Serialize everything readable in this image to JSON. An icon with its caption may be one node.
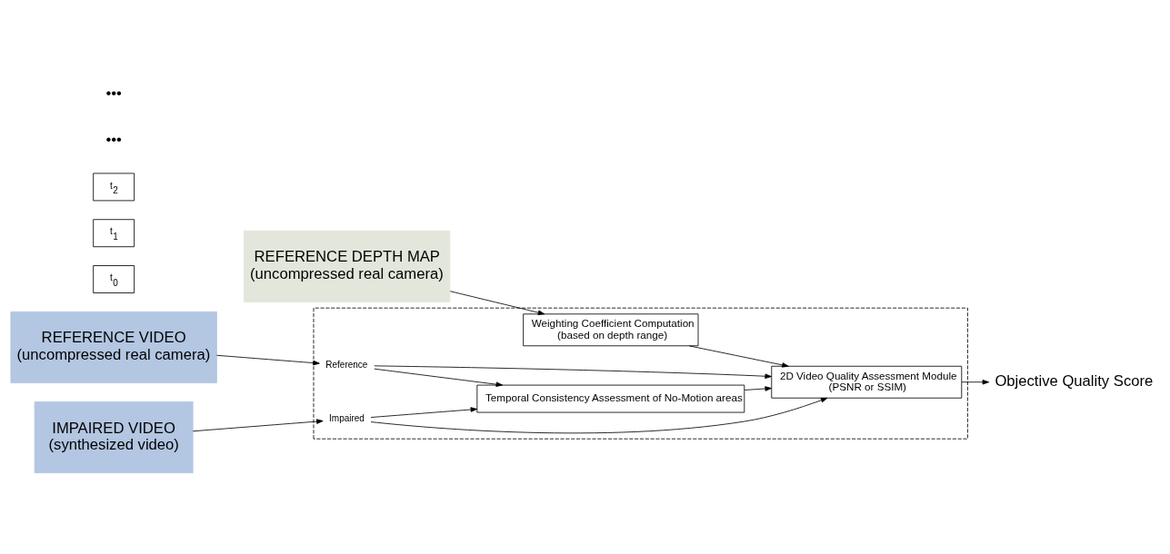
{
  "diagram": {
    "nodes": [
      {
        "text": [
          "REFERENCE DEPTH MAP",
          "(uncompressed real camera)"
        ]
      },
      {
        "text": [
          "REFERENCE VIDEO",
          "(uncompressed real camera)"
        ]
      },
      {
        "text": [
          "IMPAIRED VIDEO",
          "(synthesized video)"
        ]
      },
      {
        "text": [],
        "shape": "box"
      },
      {
        "text": [
          "Weighting Coefficient Computation",
          "(based on depth range)"
        ],
        "in": 3
      },
      {
        "text": [
          "Reference"
        ],
        "in": 3
      },
      {
        "text": [
          "Impaired"
        ],
        "in": 3
      },
      {
        "text": [
          "2D Video Quality Assessment Module",
          "(PSNR or SSIM)"
        ],
        "in": 3
      },
      {
        "text": [
          "Temporal Consistency Assessment of No-Motion areas"
        ],
        "in": 3
      },
      {
        "text": [
          "Objective Quality Score"
        ]
      },
      {
        "text": [
          "t$_{0}$"
        ]
      },
      {
        "text": [
          "t$_{1}$"
        ]
      },
      {
        "text": [
          "t$_{2}$"
        ]
      }
    ],
    "edges": [
      {
        "from": 0,
        "to": 4,
        "arrow": "to"
      },
      {
        "from": 1,
        "to": 5,
        "arrow": "to"
      },
      {
        "from": 2,
        "to": 6,
        "arrow": "to"
      },
      {
        "from": 4,
        "to": 7,
        "arrow": "to"
      },
      {
        "from": 5,
        "to": 7,
        "arrow": "to"
      },
      {
        "from": 6,
        "to": 7,
        "arrow": "to"
      },
      {
        "from": 6,
        "to": 8,
        "arrow": "to"
      },
      {
        "from": 5,
        "to": 8,
        "arrow": "to"
      },
      {
        "from": 8,
        "to": 7,
        "arrow": "to"
      },
      {
        "from": 7,
        "to": 9,
        "arrow": "to"
      }
    ],
    "labels": [
      "•••",
      "•••"
    ]
  }
}
